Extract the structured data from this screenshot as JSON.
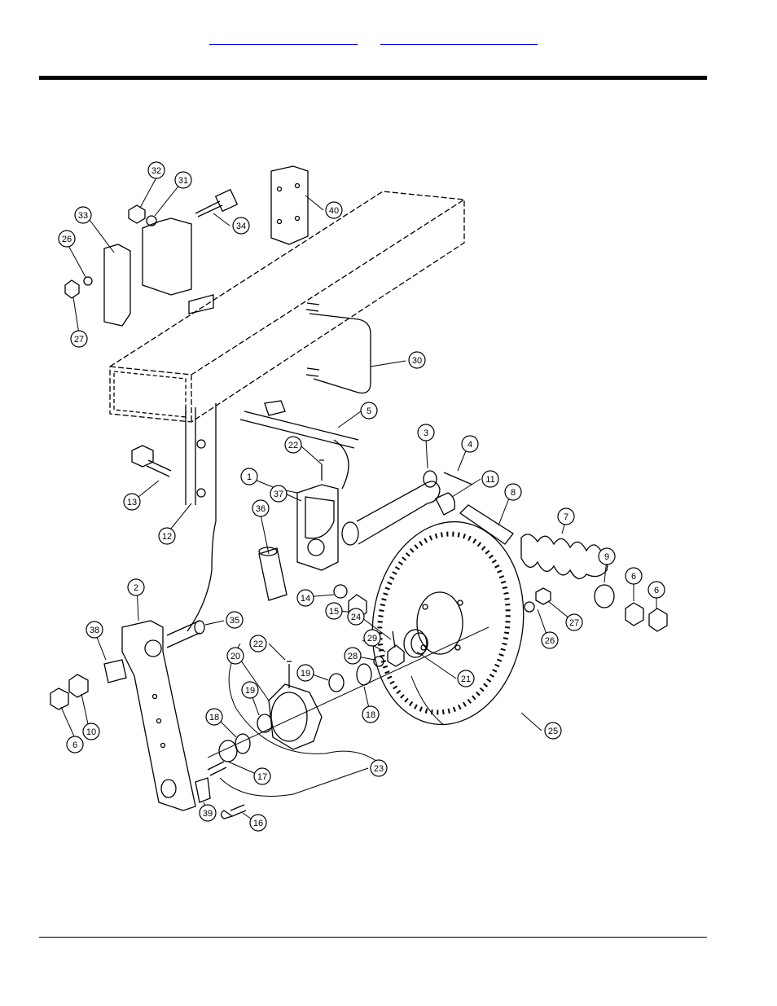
{
  "nav": {
    "link_1": "",
    "link_2": ""
  },
  "callouts": [
    "32",
    "31",
    "34",
    "40",
    "33",
    "26",
    "27",
    "30",
    "5",
    "22",
    "3",
    "4",
    "11",
    "8",
    "7",
    "1",
    "37",
    "36",
    "13",
    "12",
    "14",
    "15",
    "9",
    "6",
    "6",
    "2",
    "35",
    "38",
    "24",
    "29",
    "28",
    "22",
    "20",
    "19",
    "19",
    "18",
    "21",
    "10",
    "6",
    "18",
    "17",
    "23",
    "25",
    "39",
    "16",
    "26",
    "27"
  ]
}
